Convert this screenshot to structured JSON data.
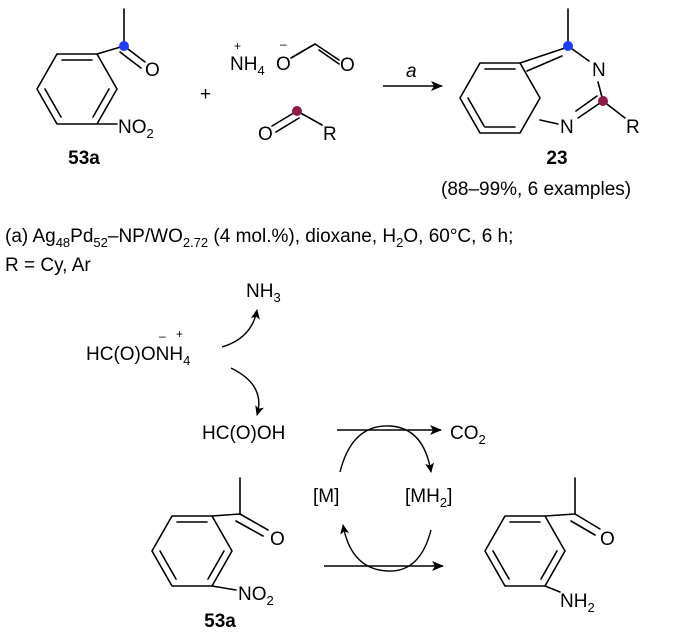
{
  "scheme": {
    "reactant_label": "53a",
    "reagent_cation": "NH",
    "reagent_cation_sub": "4",
    "reagent_O": "O",
    "reagent_carbonyl_O": "O",
    "plus": "+",
    "aldehyde_O": "O",
    "aldehyde_R": "R",
    "ketone_O": "O",
    "nitro_main": "NO",
    "nitro_sub": "2",
    "arrow_label": "a",
    "product_N_top": "N",
    "product_N_bottom": "N",
    "product_R": "R",
    "product_label": "23",
    "product_yield": "(88–99%, 6 examples)",
    "charge_plus": "+",
    "charge_minus": "–",
    "highlight_blue": "#1f3bff",
    "highlight_maroon": "#8b1a47"
  },
  "conditions": {
    "line1_a": "(a) Ag",
    "line1_sub1": "48",
    "line1_b": "Pd",
    "line1_sub2": "52",
    "line1_c": "–NP/WO",
    "line1_sub3": "2.72",
    "line1_d": " (4 mol.%), dioxane, H",
    "line1_sub4": "2",
    "line1_e": "O, 60°C, 6 h;",
    "line2": "R = Cy, Ar"
  },
  "mechanism": {
    "nh3": "NH",
    "nh3_sub": "3",
    "formate_a": "HC(O)O",
    "formate_b": "NH",
    "formate_sub": "4",
    "formic_acid": "HC(O)OH",
    "co2": "CO",
    "co2_sub": "2",
    "metal": "[M]",
    "metal_hydride_a": "[MH",
    "metal_hydride_sub": "2",
    "metal_hydride_b": "]",
    "ketone_O": "O",
    "nitro": "NO",
    "nitro_sub": "2",
    "reactant_label": "53a",
    "amine_O": "O",
    "amine": "NH",
    "amine_sub": "2"
  }
}
